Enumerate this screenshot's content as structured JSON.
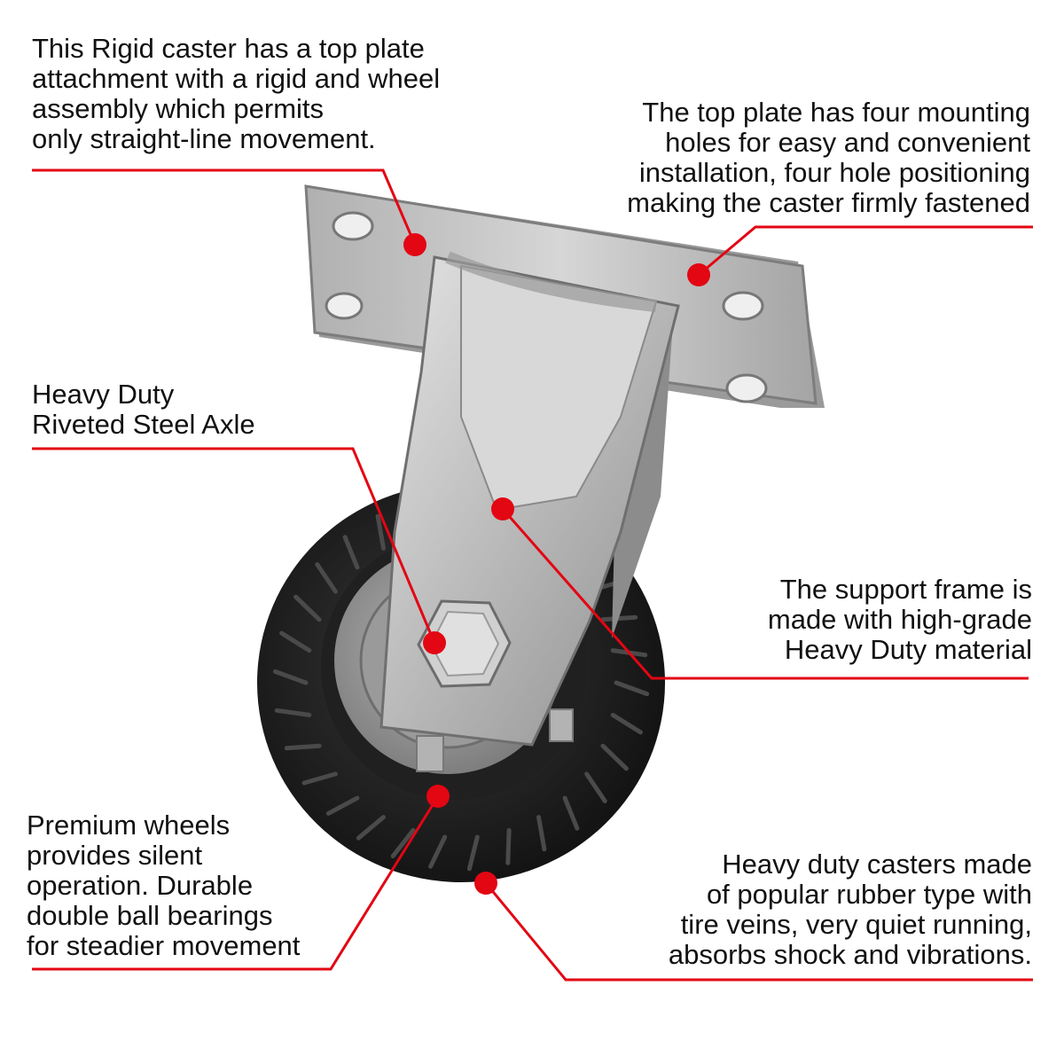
{
  "colors": {
    "accent": "#e30613",
    "text": "#111111",
    "tire": "#1b1b1b",
    "hub": "#8f8f8f",
    "steel": "#c9c9c9"
  },
  "callouts": [
    {
      "id": "rigid-caster",
      "lines": [
        "This Rigid caster has a top plate",
        "attachment with a rigid and wheel",
        "assembly which permits",
        "only straight-line movement."
      ]
    },
    {
      "id": "top-plate",
      "lines": [
        "The top plate has four mounting",
        "holes for easy and convenient",
        "installation, four hole positioning",
        "making the caster firmly fastened"
      ]
    },
    {
      "id": "axle",
      "lines": [
        "Heavy Duty",
        "Riveted Steel Axle"
      ]
    },
    {
      "id": "support-frame",
      "lines": [
        "The support frame is",
        "made with high-grade",
        "Heavy Duty material"
      ]
    },
    {
      "id": "wheels",
      "lines": [
        "Premium wheels",
        "provides silent",
        "operation. Durable",
        "double ball bearings",
        "for steadier movement"
      ]
    },
    {
      "id": "rubber",
      "lines": [
        "Heavy duty casters made",
        "of popular rubber type with",
        "tire veins, very quiet running,",
        "absorbs shock and vibrations."
      ]
    }
  ]
}
